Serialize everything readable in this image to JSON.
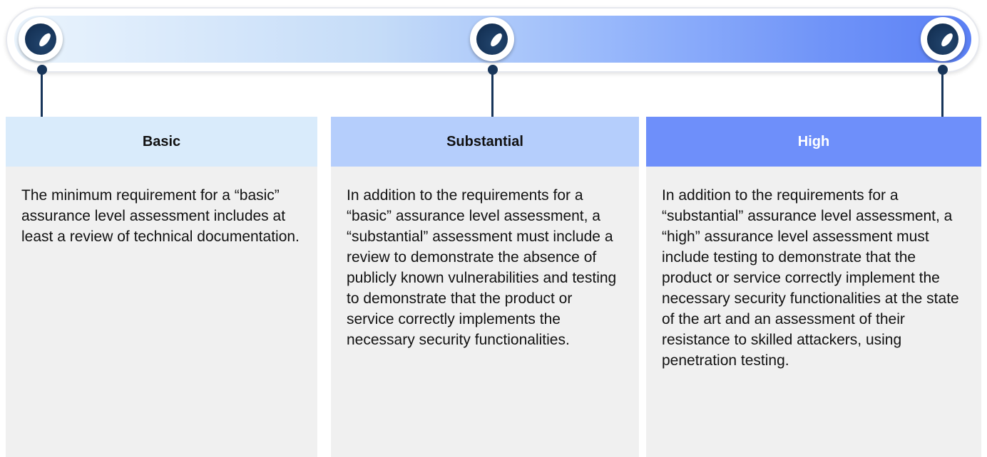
{
  "levels": [
    {
      "title": "Basic",
      "description": "The minimum requirement for a “basic” assurance level assessment includes at least a review of technical documentation."
    },
    {
      "title": "Substantial",
      "description": "In addition to the requirements for a “basic” assurance level assessment, a “substantial” assessment must include a review to demonstrate the absence of publicly known vulnerabilities and testing to demonstrate that the product or service correctly implements the necessary security functionalities."
    },
    {
      "title": "High",
      "description": "In addition to the requirements for a “substantial” assurance level assessment, a “high” assurance level assessment must include testing to demonstrate that the product or service correctly implement the necessary security functionalities at the state of the art and an assessment of their resistance to skilled attackers, using penetration testing."
    }
  ],
  "colors": {
    "basic_header": "#d9ebfb",
    "substantial_header": "#b5cefc",
    "high_header": "#6e8ffa",
    "marker": "#17355a",
    "card_body": "#f0f0f0"
  }
}
